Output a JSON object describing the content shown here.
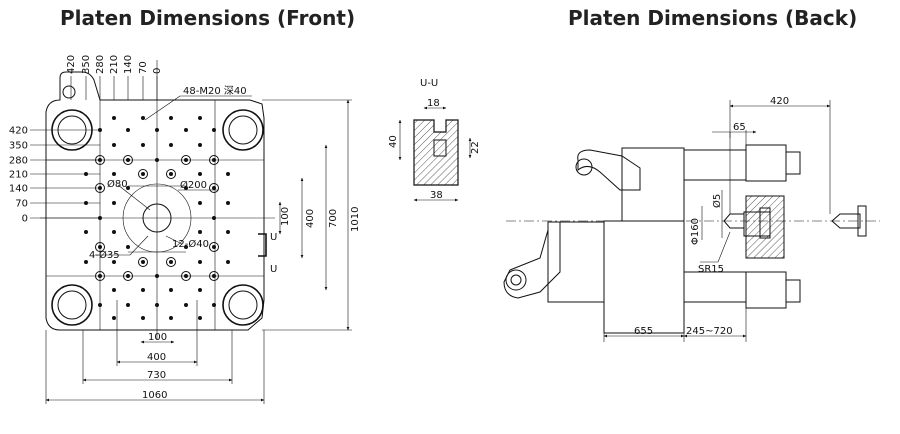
{
  "titles": {
    "front": "Platen Dimensions (Front)",
    "back": "Platen Dimensions (Back)"
  },
  "front": {
    "top_ticks": [
      "420",
      "350",
      "280",
      "210",
      "140",
      "70",
      "0"
    ],
    "left_ticks": [
      "420",
      "350",
      "280",
      "210",
      "140",
      "70",
      "0"
    ],
    "labels": {
      "tapped": "48-M20 深40",
      "d80": "Ø80",
      "d200": "Ø200",
      "d35": "4-Ø35",
      "d40": "12-Ø40",
      "u_mark": "U",
      "u_mark2": "U"
    },
    "right_dims": [
      "100",
      "400",
      "700",
      "1010"
    ],
    "bottom_dims": [
      "100",
      "400",
      "730",
      "1060"
    ]
  },
  "section": {
    "title": "U-U",
    "dims": {
      "top": "18",
      "left": "40",
      "right": "22",
      "bottom": "38"
    }
  },
  "back": {
    "dims": {
      "d420": "420",
      "d65": "65",
      "d5": "Ø5",
      "d160": "Φ160",
      "sr15": "SR15",
      "d655": "655",
      "stroke": "245~720"
    }
  }
}
